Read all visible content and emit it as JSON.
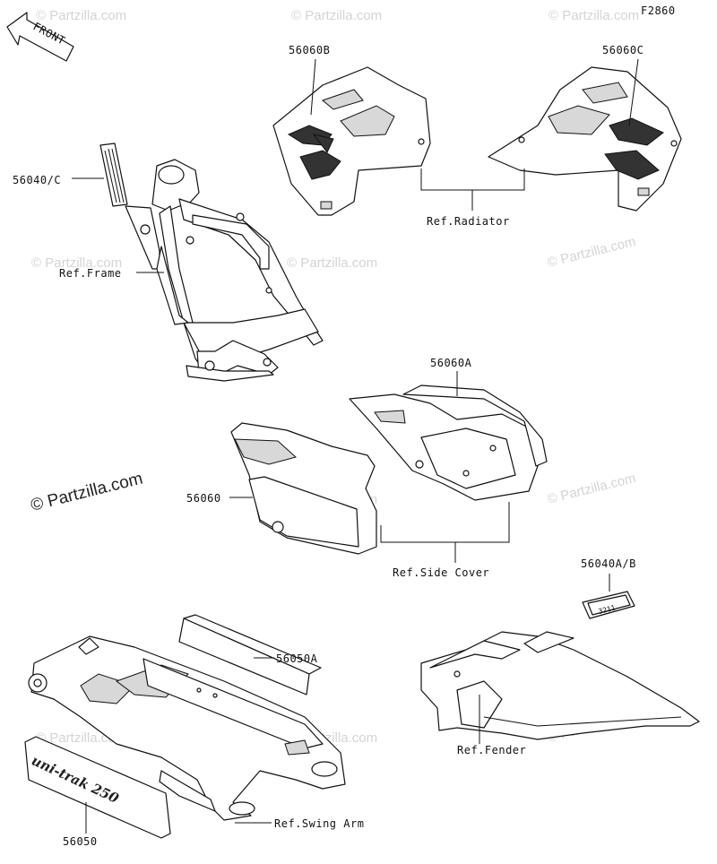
{
  "diagram": {
    "figure_code": "F2860",
    "front_label": "FRONT",
    "copyright": "© Partzilla.com",
    "watermark": "© Partzilla.com",
    "parts": [
      {
        "id": "56060B"
      },
      {
        "id": "56060C"
      },
      {
        "id": "56040/C"
      },
      {
        "id": "56060A"
      },
      {
        "id": "56060"
      },
      {
        "id": "56040A/B"
      },
      {
        "id": "56050A"
      },
      {
        "id": "56050"
      }
    ],
    "refs": {
      "radiator": "Ref.Radiator",
      "frame": "Ref.Frame",
      "side_cover": "Ref.Side Cover",
      "fender": "Ref.Fender",
      "swing_arm": "Ref.Swing Arm"
    },
    "emblem_text": "3211",
    "decal_text": "uni-trak 250"
  }
}
